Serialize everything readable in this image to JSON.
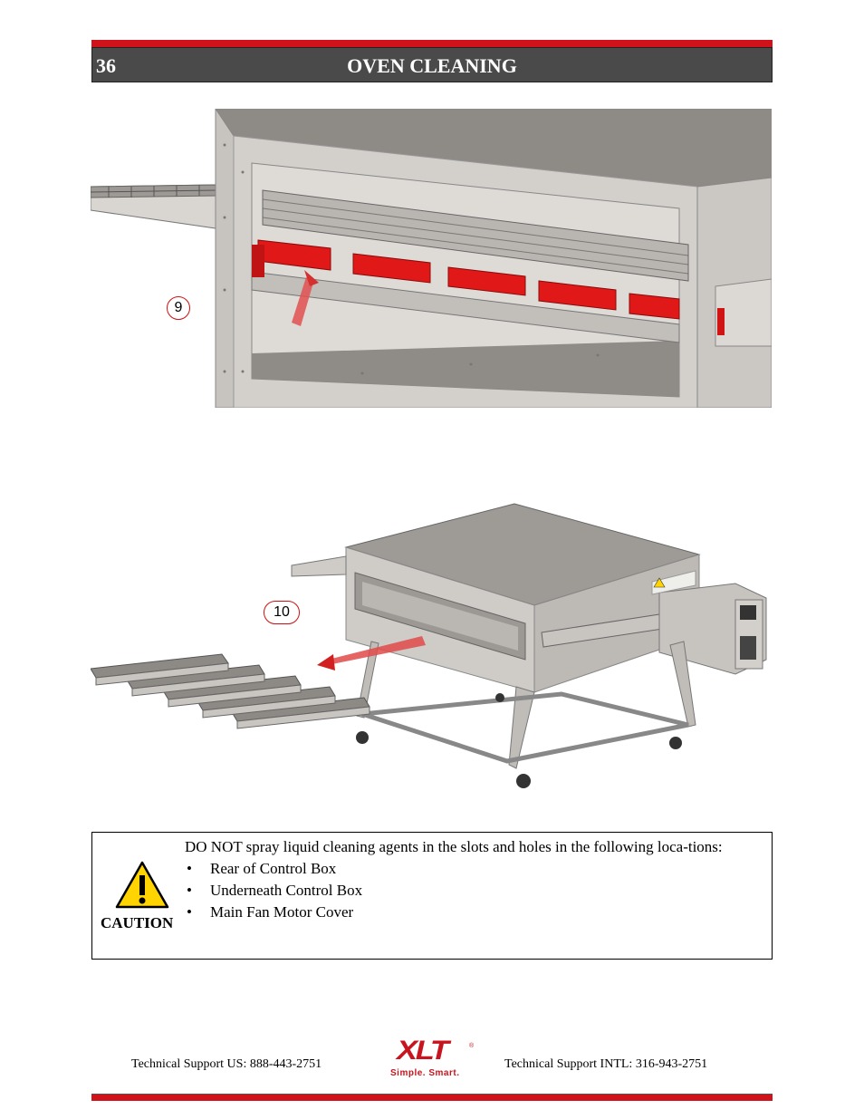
{
  "header": {
    "page_number": "36",
    "title": "OVEN CLEANING"
  },
  "figures": {
    "top_callout": "9",
    "bottom_callout": "10"
  },
  "caution": {
    "label": "CAUTION",
    "intro": "DO NOT spray liquid cleaning agents in the slots and holes in the following loca-tions:",
    "items": [
      "Rear of Control Box",
      "Underneath Control Box",
      "Main Fan Motor Cover"
    ]
  },
  "footer": {
    "support_us": "Technical Support  US:  888-443-2751",
    "support_intl": "Technical Support  INTL:  316-943-2751",
    "logo_text": "XLT",
    "logo_tagline": "Simple. Smart."
  },
  "colors": {
    "accent_red": "#d0121b",
    "header_bar": "#4a4a4a"
  }
}
